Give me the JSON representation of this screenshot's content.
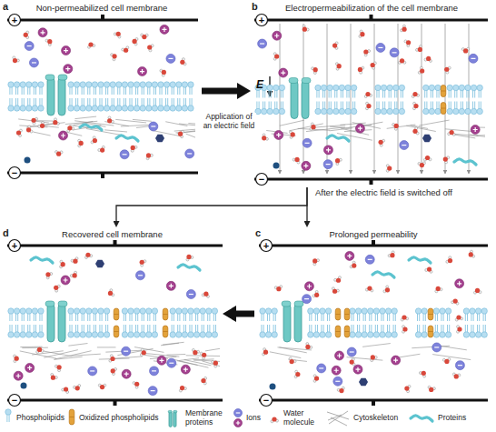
{
  "diagram": {
    "nodes": [
      {
        "text": [
          "a",
          "Non-permeabilized cell membrane"
        ]
      },
      {
        "text": [
          "b",
          "Electropermeabilization of the cell membrane"
        ]
      },
      {
        "text": [
          "c",
          "Prolonged permeability"
        ]
      },
      {
        "text": [
          "d",
          "Recovered cell membrane"
        ]
      }
    ],
    "edges": [
      {
        "from": 0,
        "to": 1,
        "arrow": "to",
        "label": "Application of an electric field"
      },
      {
        "from": 1,
        "to": 2,
        "arrow": "to",
        "label": "After the electric field is switched off"
      },
      {
        "from": 1,
        "to": 3,
        "arrow": "to"
      },
      {
        "from": 2,
        "to": 3,
        "arrow": "to"
      }
    ],
    "labels": [
      "+",
      "+",
      "E",
      "−",
      "−",
      "+",
      "+",
      "−",
      "−"
    ],
    "legend": [
      {
        "text": "Phospholipids"
      },
      {
        "text": "Oxidized phospholipids"
      },
      {
        "text": "Membrane proteins"
      },
      {
        "text": "Ions"
      },
      {
        "text": "Water molecule"
      },
      {
        "text": "Cytoskeleton"
      },
      {
        "text": "Proteins"
      }
    ]
  }
}
